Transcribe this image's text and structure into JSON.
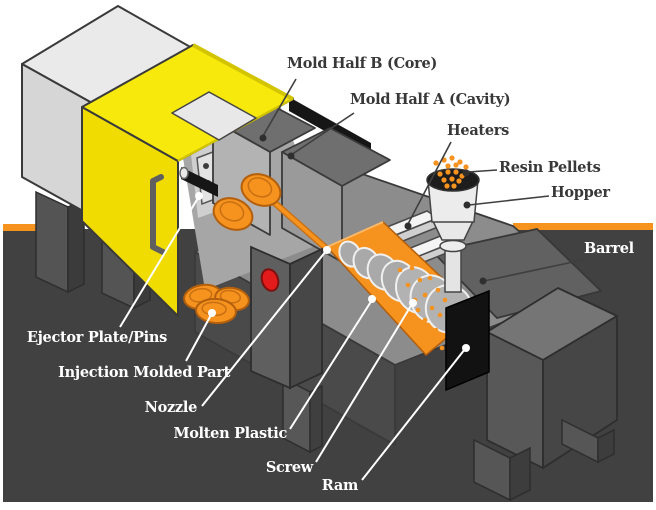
{
  "diagram": {
    "subject": "injection molding machine cutaway",
    "labels": [
      {
        "id": "mold-half-b",
        "text": "Mold Half B (Core)"
      },
      {
        "id": "mold-half-a",
        "text": "Mold Half A (Cavity)"
      },
      {
        "id": "heaters",
        "text": "Heaters"
      },
      {
        "id": "resin-pellets",
        "text": "Resin Pellets"
      },
      {
        "id": "hopper",
        "text": "Hopper"
      },
      {
        "id": "barrel",
        "text": "Barrel"
      },
      {
        "id": "ejector",
        "text": "Ejector Plate/Pins"
      },
      {
        "id": "molded-part",
        "text": "Injection Molded Part"
      },
      {
        "id": "nozzle",
        "text": "Nozzle"
      },
      {
        "id": "molten",
        "text": "Molten Plastic"
      },
      {
        "id": "screw",
        "text": "Screw"
      },
      {
        "id": "ram",
        "text": "Ram"
      }
    ],
    "colors": {
      "accent_orange": "#F6921E",
      "machine_yellow": "#F2E205",
      "background_dark": "#414141",
      "metal_light": "#E8E8E8",
      "metal_mid": "#8C8C8C",
      "metal_dark": "#4A4A4A",
      "button_red": "#E31B1B",
      "label_dark": "#383838",
      "label_light": "#FFFFFF"
    }
  }
}
